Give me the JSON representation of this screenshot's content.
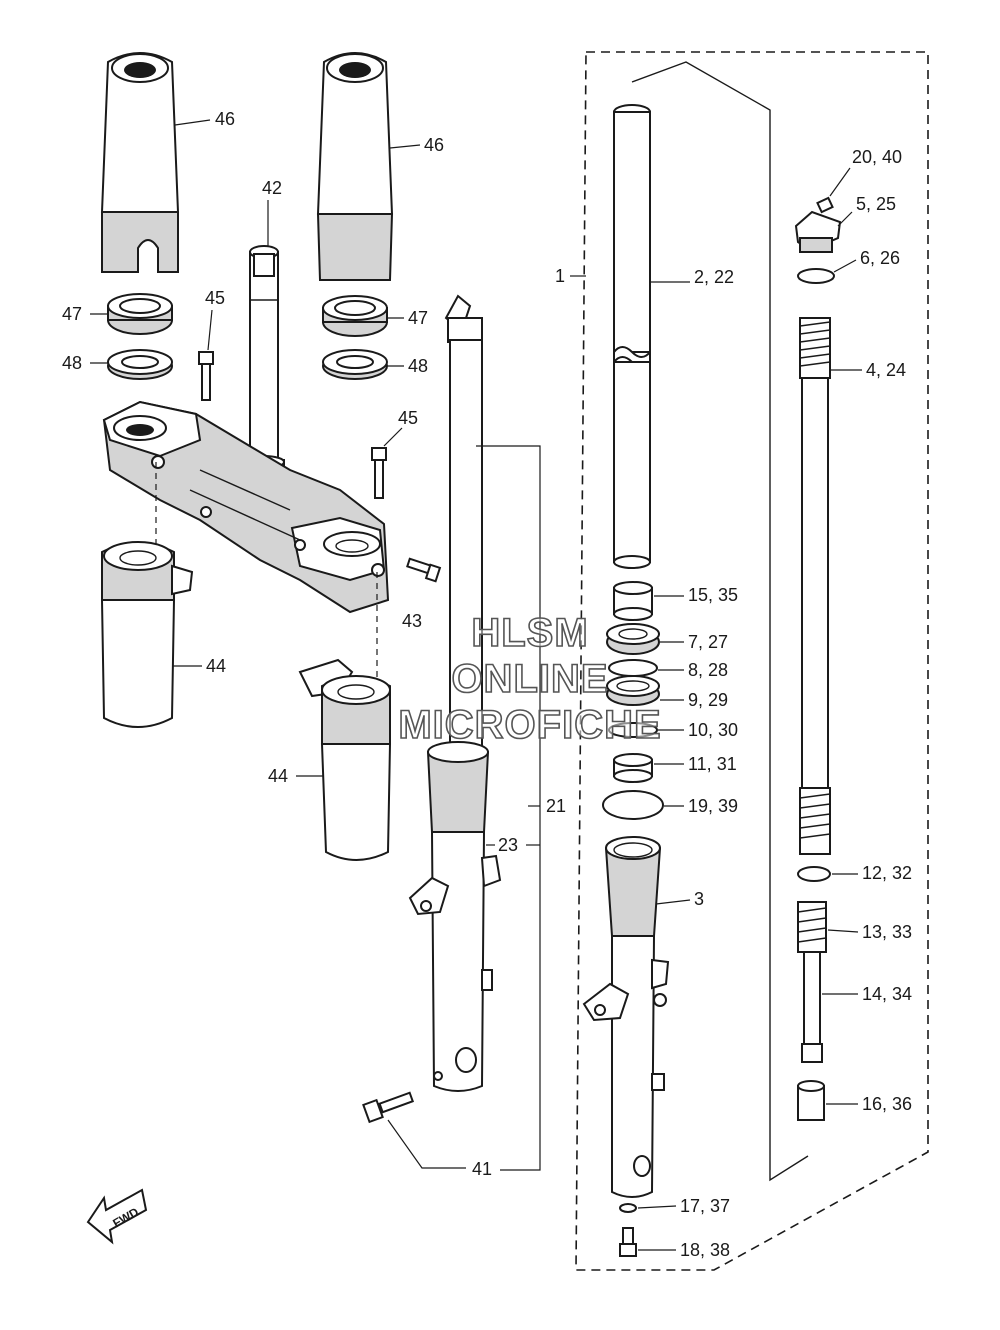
{
  "labels": {
    "p1": "1",
    "p2_22": "2, 22",
    "p3": "3",
    "p4_24": "4, 24",
    "p5_25": "5, 25",
    "p6_26": "6, 26",
    "p7_27": "7, 27",
    "p8_28": "8, 28",
    "p9_29": "9, 29",
    "p10_30": "10, 30",
    "p11_31": "11, 31",
    "p12_32": "12, 32",
    "p13_33": "13, 33",
    "p14_34": "14, 34",
    "p15_35": "15, 35",
    "p16_36": "16, 36",
    "p17_37": "17, 37",
    "p18_38": "18, 38",
    "p19_39": "19, 39",
    "p20_40": "20, 40",
    "p21": "21",
    "p23": "23",
    "p41": "41",
    "p42": "42",
    "p43": "43",
    "p44a": "44",
    "p44b": "44",
    "p45a": "45",
    "p45b": "45",
    "p46a": "46",
    "p46b": "46",
    "p47a": "47",
    "p47b": "47",
    "p48a": "48",
    "p48b": "48",
    "fwd": "FWD"
  },
  "watermark": {
    "line1": "HLSM",
    "line2": "ONLINE",
    "line3": "MICROFICHE"
  }
}
